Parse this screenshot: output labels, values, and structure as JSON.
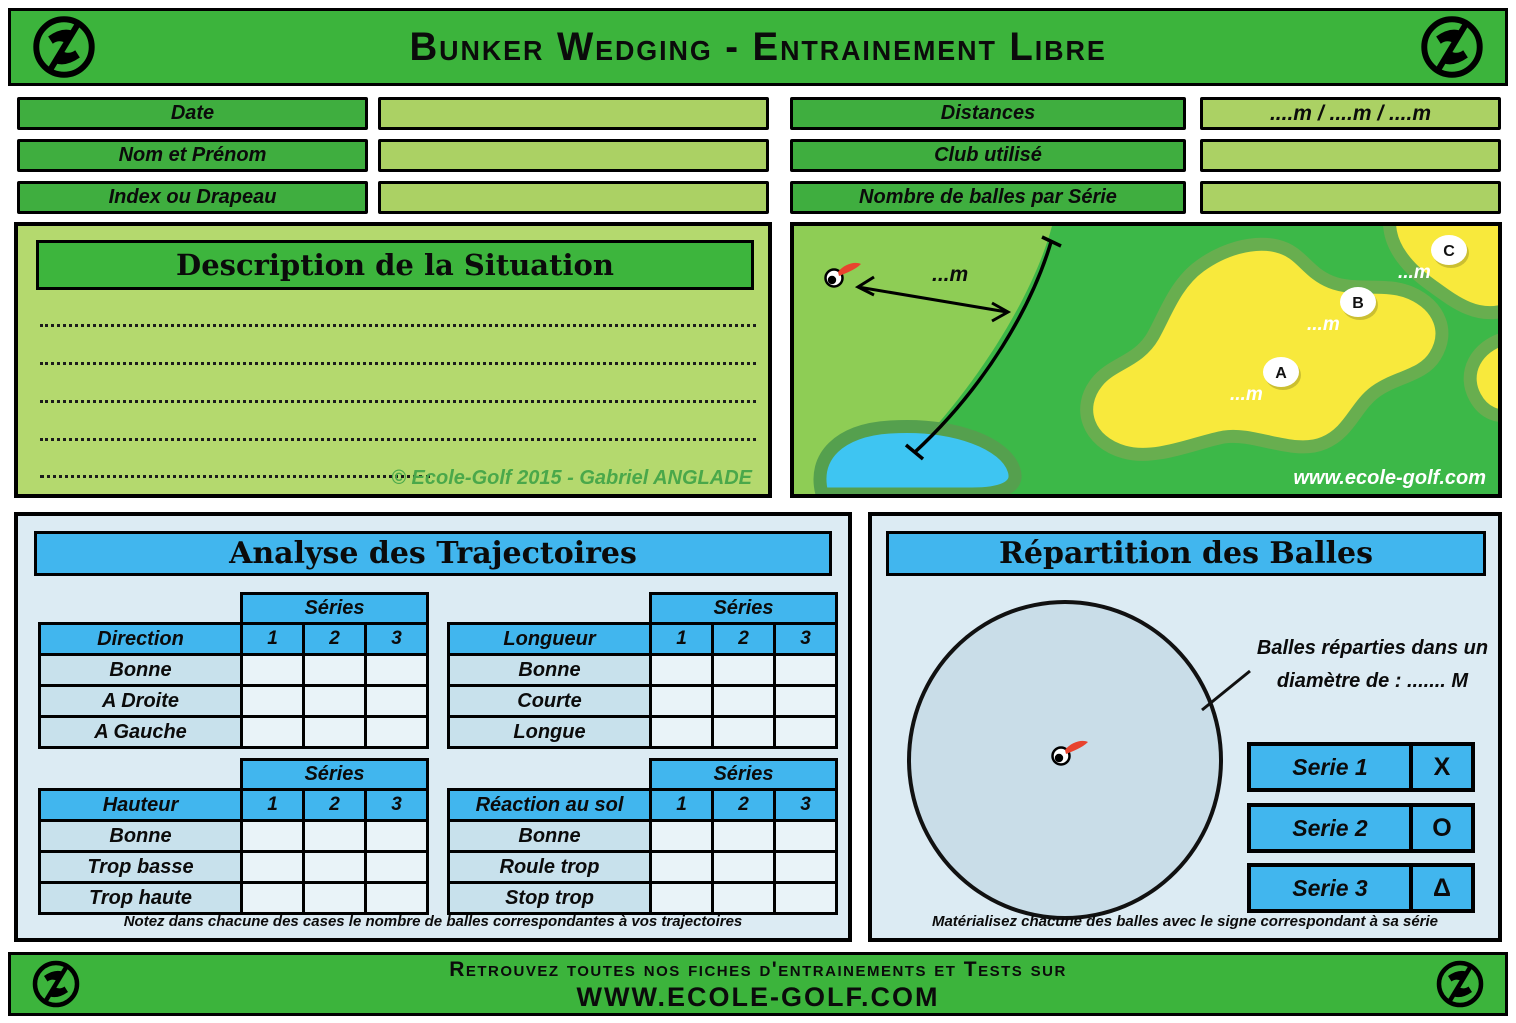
{
  "header": {
    "title": "Bunker Wedging - Entrainement Libre"
  },
  "form": {
    "left": [
      {
        "label": "Date",
        "value": ""
      },
      {
        "label": "Nom et Prénom",
        "value": ""
      },
      {
        "label": "Index ou Drapeau",
        "value": ""
      }
    ],
    "right": [
      {
        "label": "Distances",
        "value": "....m / ....m / ....m"
      },
      {
        "label": "Club utilisé",
        "value": ""
      },
      {
        "label": "Nombre de balles par Série",
        "value": ""
      }
    ]
  },
  "description": {
    "title": "Description de la Situation",
    "copyright": "© Ecole-Golf 2015 - Gabriel ANGLADE"
  },
  "map": {
    "ball_distance": "...m",
    "markers": [
      {
        "label": "A",
        "distance": "...m"
      },
      {
        "label": "B",
        "distance": "...m"
      },
      {
        "label": "C",
        "distance": "...m"
      }
    ],
    "website": "www.ecole-golf.com"
  },
  "trajectoires": {
    "title": "Analyse des Trajectoires",
    "series_header": "Séries",
    "series_cols": [
      "1",
      "2",
      "3"
    ],
    "tables": [
      {
        "header": "Direction",
        "rows": [
          "Bonne",
          "A Droite",
          "A Gauche"
        ]
      },
      {
        "header": "Longueur",
        "rows": [
          "Bonne",
          "Courte",
          "Longue"
        ]
      },
      {
        "header": "Hauteur",
        "rows": [
          "Bonne",
          "Trop basse",
          "Trop haute"
        ]
      },
      {
        "header": "Réaction au sol",
        "rows": [
          "Bonne",
          "Roule trop",
          "Stop trop"
        ]
      }
    ],
    "note": "Notez dans chacune des cases le nombre de balles correspondantes à vos trajectoires"
  },
  "repartition": {
    "title": "Répartition des Balles",
    "annotation_line1": "Balles réparties dans un",
    "annotation_line2": "diamètre de : ....... M",
    "series": [
      {
        "label": "Serie 1",
        "symbol": "X"
      },
      {
        "label": "Serie 2",
        "symbol": "O"
      },
      {
        "label": "Serie 3",
        "symbol": "Δ"
      }
    ],
    "note": "Matérialisez chacune des balles avec le signe correspondant à sa série"
  },
  "footer": {
    "line1": "Retrouvez toutes nos fiches d'entrainements et Tests sur",
    "line2": "WWW.ECOLE-GOLF.COM"
  },
  "colors": {
    "banner_green": "#3cb43c",
    "label_green": "#3fae3f",
    "input_light_green": "#abd164",
    "description_bg": "#b4d96e",
    "blue_header": "#41b6ee",
    "panel_blue_bg": "#dcebf3",
    "row_label_blue": "#c8e1ec",
    "cell_blue": "#e9f3f8",
    "bunker_yellow": "#f8e93c",
    "water_blue": "#3ec5f2",
    "green_dark_map": "#3cb848",
    "green_light_map": "#8ecd55",
    "circle_fill": "#c9dde8",
    "copyright_green": "#4aa84a",
    "ball_swoosh_red": "#e8432e"
  }
}
